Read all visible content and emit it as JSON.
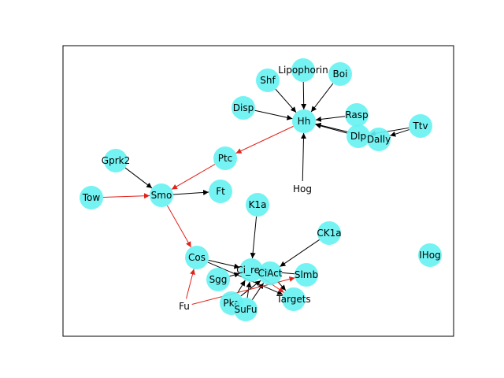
{
  "graph": {
    "node_color": "#66f2f2",
    "edge_colors": {
      "activate": "#000000",
      "inhibit": "#e0221c"
    },
    "nodes": [
      {
        "id": "Lipophorin",
        "label": "Lipophorin"
      },
      {
        "id": "Boi",
        "label": "Boi"
      },
      {
        "id": "Shf",
        "label": "Shf"
      },
      {
        "id": "Disp",
        "label": "Disp"
      },
      {
        "id": "Rasp",
        "label": "Rasp"
      },
      {
        "id": "Hh",
        "label": "Hh"
      },
      {
        "id": "Ttv",
        "label": "Ttv"
      },
      {
        "id": "Dlp",
        "label": "Dlp"
      },
      {
        "id": "Dally",
        "label": "Dally"
      },
      {
        "id": "Ptc",
        "label": "Ptc"
      },
      {
        "id": "Gprk2",
        "label": "Gprk2"
      },
      {
        "id": "Hog",
        "label": "Hog"
      },
      {
        "id": "Smo",
        "label": "Smo"
      },
      {
        "id": "Ft",
        "label": "Ft"
      },
      {
        "id": "Tow",
        "label": "Tow"
      },
      {
        "id": "K1a",
        "label": "K1a"
      },
      {
        "id": "CK1a",
        "label": "CK1a"
      },
      {
        "id": "IHog",
        "label": "IHog"
      },
      {
        "id": "Cos",
        "label": "Cos"
      },
      {
        "id": "Ci_rep",
        "label": "Ci_rep"
      },
      {
        "id": "CiAct",
        "label": "CiAct"
      },
      {
        "id": "Slmb",
        "label": "Slmb"
      },
      {
        "id": "Sgg",
        "label": "Sgg"
      },
      {
        "id": "Targets",
        "label": "Targets"
      },
      {
        "id": "Pka",
        "label": "Pka"
      },
      {
        "id": "SuFu",
        "label": "SuFu"
      },
      {
        "id": "Fu",
        "label": "Fu"
      }
    ],
    "edges": [
      {
        "from": "Lipophorin",
        "to": "Hh",
        "type": "activate"
      },
      {
        "from": "Boi",
        "to": "Hh",
        "type": "activate"
      },
      {
        "from": "Shf",
        "to": "Hh",
        "type": "activate"
      },
      {
        "from": "Disp",
        "to": "Hh",
        "type": "activate"
      },
      {
        "from": "Rasp",
        "to": "Hh",
        "type": "activate"
      },
      {
        "from": "Dlp",
        "to": "Hh",
        "type": "activate"
      },
      {
        "from": "Dally",
        "to": "Hh",
        "type": "activate"
      },
      {
        "from": "Ttv",
        "to": "Dlp",
        "type": "activate"
      },
      {
        "from": "Ttv",
        "to": "Dally",
        "type": "activate"
      },
      {
        "from": "Hog",
        "to": "Hh",
        "type": "activate"
      },
      {
        "from": "Hh",
        "to": "Ptc",
        "type": "inhibit"
      },
      {
        "from": "Ptc",
        "to": "Smo",
        "type": "inhibit"
      },
      {
        "from": "Gprk2",
        "to": "Smo",
        "type": "activate"
      },
      {
        "from": "Tow",
        "to": "Smo",
        "type": "inhibit"
      },
      {
        "from": "Smo",
        "to": "Ft",
        "type": "activate"
      },
      {
        "from": "Smo",
        "to": "Cos",
        "type": "inhibit"
      },
      {
        "from": "K1a",
        "to": "Ci_rep",
        "type": "activate"
      },
      {
        "from": "CK1a",
        "to": "CiAct",
        "type": "activate"
      },
      {
        "from": "Cos",
        "to": "Ci_rep",
        "type": "activate"
      },
      {
        "from": "Cos",
        "to": "Targets",
        "type": "activate"
      },
      {
        "from": "Slmb",
        "to": "Ci_rep",
        "type": "activate"
      },
      {
        "from": "Sgg",
        "to": "Ci_rep",
        "type": "activate"
      },
      {
        "from": "Pka",
        "to": "Ci_rep",
        "type": "activate"
      },
      {
        "from": "Pka",
        "to": "CiAct",
        "type": "activate"
      },
      {
        "from": "SuFu",
        "to": "Ci_rep",
        "type": "activate"
      },
      {
        "from": "SuFu",
        "to": "CiAct",
        "type": "activate"
      },
      {
        "from": "CiAct",
        "to": "Targets",
        "type": "activate"
      },
      {
        "from": "Ci_rep",
        "to": "Targets",
        "type": "inhibit"
      },
      {
        "from": "Fu",
        "to": "Cos",
        "type": "inhibit"
      },
      {
        "from": "Fu",
        "to": "Slmb",
        "type": "inhibit"
      }
    ]
  }
}
